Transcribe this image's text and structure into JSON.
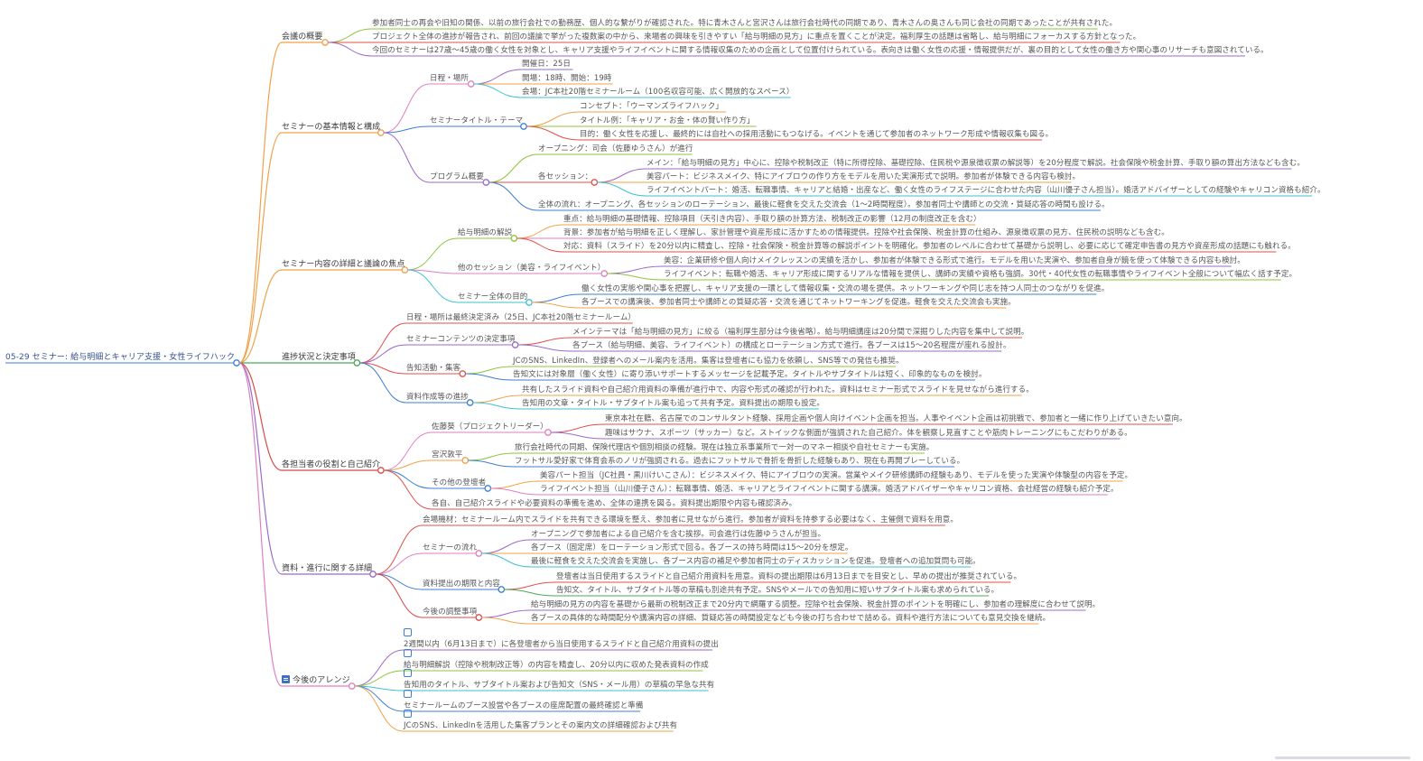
{
  "mindmap": {
    "root": "05-29 セミナー: 給与明細とキャリア支援・女性ライフハック",
    "branches": [
      {
        "label": "会議の概要",
        "color": "#f0a24a",
        "children": [
          {
            "label": "参加者同士の再会や旧知の関係、以前の旅行会社での勤務歴、個人的な繋がりが確認された。特に青木さんと宮沢さんは旅行会社時代の同期であり、青木さんの奥さんも同じ会社の同期であったことが共有された。",
            "color": "#8cc43c"
          },
          {
            "label": "プロジェクト全体の進捗が報告され、前回の議論で挙がった複数案の中から、来場者の興味を引きやすい「給与明細の見方」に重点を置くことが決定。福利厚生の話題は省略し、給与明細にフォーカスする方針となった。",
            "color": "#e0504a"
          },
          {
            "label": "今回のセミナーは27歳〜45歳の働く女性を対象とし、キャリア支援やライフイベントに関する情報収集のための企画として位置付けられている。表向きは働く女性の応援・情報提供だが、裏の目的として女性の働き方や関心事のリサーチも意図されている。",
            "color": "#9a6acb"
          }
        ]
      },
      {
        "label": "セミナーの基本情報と構成",
        "color": "#f0a24a",
        "children": [
          {
            "label": "日程・場所",
            "color": "#e07fc0",
            "children": [
              {
                "label": "開催日：25日",
                "color": "#9a6acb"
              },
              {
                "label": "開場：18時、開始：19時",
                "color": "#f0a24a"
              },
              {
                "label": "会場：JC本社20階セミナールーム（100名収容可能、広く開放的なスペース）",
                "color": "#3ec1d3"
              }
            ]
          },
          {
            "label": "セミナータイトル・テーマ",
            "color": "#3c7fd0",
            "children": [
              {
                "label": "コンセプト：「ウーマンズライフハック」",
                "color": "#f0a24a"
              },
              {
                "label": "タイトル例：「キャリア・お金・体の賢い作り方」",
                "color": "#8cc43c"
              },
              {
                "label": "目的：働く女性を応援し、最終的には自社への採用活動にもつなげる。イベントを通じて参加者のネットワーク形成や情報収集も図る。",
                "color": "#e0504a"
              }
            ]
          },
          {
            "label": "プログラム概要",
            "color": "#9a6acb",
            "children": [
              {
                "label": "オープニング：司会（佐藤ゆうさん）が進行",
                "color": "#8cc43c"
              },
              {
                "label": "各セッション：",
                "color": "#e0504a",
                "children": [
                  {
                    "label": "メイン：「給与明細の見方」中心に、控除や税制改正（特に所得控除、基礎控除、住民税や源泉徴収票の解説等）を20分程度で解説。社会保険や税金計算、手取り額の算出方法なども含む。",
                    "color": "#9a6acb"
                  },
                  {
                    "label": "美容パート：ビジネスメイク、特にアイブロウの作り方をモデルを用いた実演形式で説明。参加者が体験できる内容も検討。",
                    "color": "#f0a24a"
                  },
                  {
                    "label": "ライフイベントパート：婚活、転職事情、キャリアと結婚・出産など、働く女性のライフステージに合わせた内容（山川優子さん担当）。婚活アドバイザーとしての経験やキャリコン資格も紹介。",
                    "color": "#3ec1d3"
                  }
                ]
              },
              {
                "label": "全体の流れ：オープニング、各セッションのローテーション、最後に軽食を交えた交流会（1〜2時間程度）。参加者同士や講師との交流・質疑応答の時間も設ける。",
                "color": "#3c7fd0"
              }
            ]
          }
        ]
      },
      {
        "label": "セミナー内容の詳細と議論の焦点",
        "color": "#f0a24a",
        "children": [
          {
            "label": "給与明細の解説",
            "color": "#8cc43c",
            "children": [
              {
                "label": "重点：給与明細の基礎情報、控除項目（天引き内容）、手取り額の計算方法、税制改正の影響（12月の制度改正を含む）",
                "color": "#f0a24a"
              },
              {
                "label": "背景：参加者が給与明細を正しく理解し、家計管理や資産形成に活かすための情報提供。控除や社会保険、税金計算の仕組み、源泉徴収票の見方、住民税の説明なども含む。",
                "color": "#e07fc0"
              },
              {
                "label": "対応：資料（スライド）を20分以内に精査し、控除・社会保険・税金計算等の解説ポイントを明確化。参加者のレベルに合わせて基礎から説明し、必要に応じて確定申告書の見方や資産形成の話題にも触れる。",
                "color": "#e0504a"
              }
            ]
          },
          {
            "label": "他のセッション（美容・ライフイベント）",
            "color": "#e07fc0",
            "children": [
              {
                "label": "美容：企業研修や個人向けメイクレッスンの実績を活かし、参加者が体験できる形式で進行。モデルを用いた実演や、参加者自身が鏡を使って体験できる内容も検討。",
                "color": "#9a6acb"
              },
              {
                "label": "ライフイベント：転職や婚活、キャリア形成に関するリアルな情報を提供し、講師の実績や資格も強調。30代・40代女性の転職事情やライフイベント全般について幅広く話す予定。",
                "color": "#8cc43c"
              }
            ]
          },
          {
            "label": "セミナー全体の目的",
            "color": "#3ec1d3",
            "children": [
              {
                "label": "働く女性の実態や関心事を把握し、キャリア支援の一環として情報収集・交流の場を提供。ネットワーキングや同じ志を持つ人同士のつながりを促進。",
                "color": "#3c7fd0"
              },
              {
                "label": "各ブースでの講演後、参加者同士や講師との質疑応答・交流を通じてネットワーキングを促進。軽食を交えた交流会も実施。",
                "color": "#f0a24a"
              }
            ]
          }
        ]
      },
      {
        "label": "進捗状況と決定事項",
        "color": "#49ab56",
        "children": [
          {
            "label": "日程・場所は最終決定済み（25日、JC本社20階セミナールーム）",
            "color": "#e0504a"
          },
          {
            "label": "セミナーコンテンツの決定事項",
            "color": "#9a6acb",
            "children": [
              {
                "label": "メインテーマは「給与明細の見方」に絞る（福利厚生部分は今後省略）。給与明細講座は20分間で深掘りした内容を集中して説明。",
                "color": "#e0504a"
              },
              {
                "label": "各ブース（給与明細、美容、ライフイベント）の構成とローテーション方式で進行。各ブースは15〜20名程度が座れる設計。",
                "color": "#9a6acb"
              }
            ]
          },
          {
            "label": "告知活動・集客",
            "color": "#e0504a",
            "children": [
              {
                "label": "JCのSNS、LinkedIn、登録者へのメール案内を活用。集客は登壇者にも協力を依頼し、SNS等での発信も推奨。",
                "color": "#8cc43c"
              },
              {
                "label": "告知文には対象層（働く女性）に寄り添いサポートするメッセージを記載予定。タイトルやサブタイトルは短く、印象的なものを検討。",
                "color": "#3c7fd0"
              }
            ]
          },
          {
            "label": "資料作成等の進捗",
            "color": "#3c7fd0",
            "children": [
              {
                "label": "共有したスライド資料や自己紹介用資料の準備が進行中で、内容や形式の確認が行われた。資料はセミナー形式でスライドを見せながら進行する。",
                "color": "#f0a24a"
              },
              {
                "label": "告知用の文章・タイトル・サブタイトル案も追って共有予定。資料提出の期限も設定。",
                "color": "#3ec1d3"
              }
            ]
          }
        ]
      },
      {
        "label": "各担当者の役割と自己紹介",
        "color": "#d84a4a",
        "children": [
          {
            "label": "佐藤葵（プロジェクトリーダー）",
            "color": "#e07fc0",
            "children": [
              {
                "label": "東京本社在籍、名古屋でのコンサルタント経験、採用企画や個人向けイベント企画を担当。人事やイベント企画は初挑戦で、参加者と一緒に作り上げていきたい意向。",
                "color": "#e0504a"
              },
              {
                "label": "趣味はサウナ、スポーツ（サッカー）など。ストイックな側面が強調された自己紹介。体を観察し見直すことや筋肉トレーニングにもこだわりがある。",
                "color": "#9a6acb"
              }
            ]
          },
          {
            "label": "宮沢敦平",
            "color": "#f0a24a",
            "children": [
              {
                "label": "旅行会社時代の同期、保険代理店や個別相談の経験。現在は独立系事業所で一対一のマネー相談や自社セミナーも実施。",
                "color": "#8cc43c"
              },
              {
                "label": "フットサル愛好家で体育会系のノリが強調される。過去にフットサルで骨折を骨折した経験もあり、現在も再開プレーしている。",
                "color": "#3c7fd0"
              }
            ]
          },
          {
            "label": "その他の登壇者",
            "color": "#3c7fd0",
            "children": [
              {
                "label": "美容パート担当（JC社員・黒川けいこさん）：ビジネスメイク、特にアイブロウの実演。営業やメイク研修講師の経験もあり、モデルを使った実演や体験型の内容を予定。",
                "color": "#f0a24a"
              },
              {
                "label": "ライフイベント担当（山川優子さん）：転職事情、婚活、キャリアとライフイベントに関する講演。婚活アドバイザーやキャリコン資格、会社経営の経験も紹介予定。",
                "color": "#e07fc0"
              }
            ]
          },
          {
            "label": "各自、自己紹介スライドや必要資料の準備を進め、全体の連携を図る。資料提出期限や内容も確認済み。",
            "color": "#e0504a"
          }
        ]
      },
      {
        "label": "資料・進行に関する詳細",
        "color": "#9a6acb",
        "children": [
          {
            "label": "会場機材：セミナールーム内でスライドを共有できる環境を整え、参加者に見せながら進行。参加者が資料を持参する必要はなく、主催側で資料を用意。",
            "color": "#e0504a"
          },
          {
            "label": "セミナーの流れ",
            "color": "#e07fc0",
            "children": [
              {
                "label": "オープニングで参加者による自己紹介を含む挨拶。司会進行は佐藤ゆうさんが担当。",
                "color": "#9a6acb"
              },
              {
                "label": "各ブース（固定席）をローテーション形式で回る。各ブースの持ち時間は15〜20分を想定。",
                "color": "#f0a24a"
              },
              {
                "label": "最後に軽食を交えた交流会を実施し、各ブース内容の補足や参加者同士のディスカッションを促進。登壇者への追加質問も可能。",
                "color": "#3ec1d3"
              }
            ]
          },
          {
            "label": "資料提出の期限と内容",
            "color": "#3c7fd0",
            "children": [
              {
                "label": "登壇者は当日使用するスライドと自己紹介用資料を用意。資料の提出期限は6月13日までを目安とし、早めの提出が推奨されている。",
                "color": "#e0504a"
              },
              {
                "label": "告知文、タイトル、サブタイトル等の草稿も別途共有予定。SNSやメールでの告知用に短いサブタイトル案も求められている。",
                "color": "#49ab56"
              }
            ]
          },
          {
            "label": "今後の調整事項",
            "color": "#d84a4a",
            "children": [
              {
                "label": "給与明細の見方の内容を基礎から最新の税制改正まで20分内で網羅する調整。控除や社会保険、税金計算のポイントを明確にし、参加者の理解度に合わせて説明。",
                "color": "#9a6acb"
              },
              {
                "label": "各ブースの具体的な時間配分や講演内容の詳細、質疑応答の時間設定なども今後の打ち合わせで詰める。資料や進行方法についても意見交換を継続。",
                "color": "#f0a24a"
              }
            ]
          }
        ]
      },
      {
        "label": "今後のアレンジ",
        "color": "#e07fc0",
        "icon": "sticky-note-icon",
        "children": [
          {
            "label": "2週間以内（6月13日まで）に各登壇者から当日使用するスライドと自己紹介用資料の提出",
            "color": "#9a6acb",
            "todo": true
          },
          {
            "label": "給与明細解説（控除や税制改正等）の内容を精査し、20分以内に収めた発表資料の作成",
            "color": "#8cc43c",
            "todo": true
          },
          {
            "label": "告知用のタイトル、サブタイトル案および告知文（SNS・メール用）の草稿の早急な共有",
            "color": "#3ec1d3",
            "todo": true
          },
          {
            "label": "セミナールームのブース設営や各ブースの座席配置の最終確認と準備",
            "color": "#3c7fd0",
            "todo": true
          },
          {
            "label": "JCのSNS、LinkedInを活用した集客プランとその案内文の詳細確認および共有",
            "color": "#f0a24a",
            "todo": true
          }
        ]
      }
    ]
  }
}
